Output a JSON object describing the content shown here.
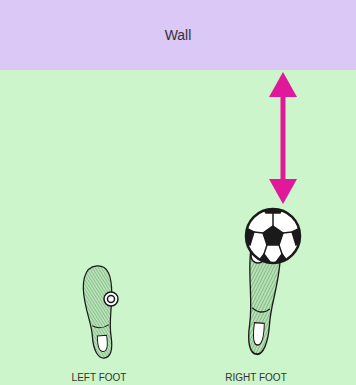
{
  "diagram": {
    "nodes": [
      {
        "text": [
          "Wall"
        ]
      }
    ],
    "labels": [
      "LEFT FOOT",
      "RIGHT FOOT"
    ]
  }
}
